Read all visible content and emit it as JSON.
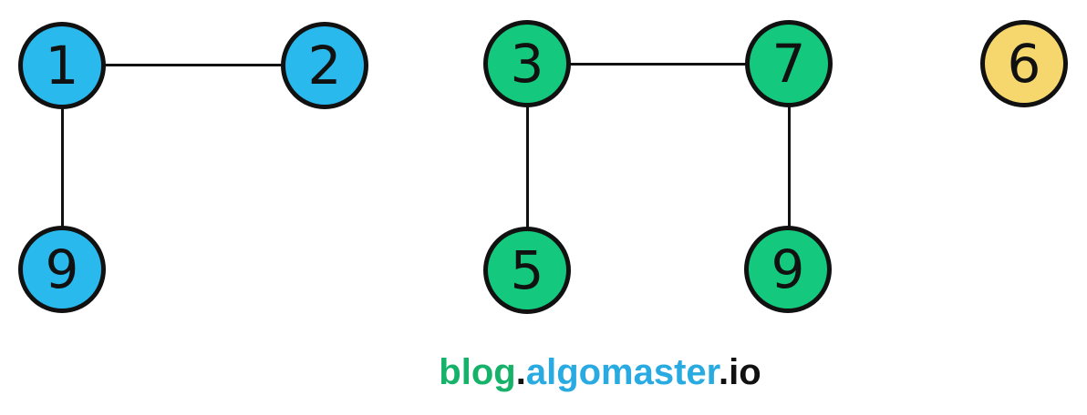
{
  "diagram": {
    "type": "graph",
    "description": "Undirected graph with three connected components",
    "node_border_color": "#111111",
    "edge_color": "#111111",
    "components": [
      {
        "id": "component-1",
        "color_name": "blue",
        "color": "#29B9EC",
        "nodes": [
          {
            "label": "1"
          },
          {
            "label": "2"
          },
          {
            "label": "9"
          }
        ],
        "edges": [
          [
            "1",
            "2"
          ],
          [
            "1",
            "9"
          ]
        ]
      },
      {
        "id": "component-2",
        "color_name": "green",
        "color": "#14C97D",
        "nodes": [
          {
            "label": "3"
          },
          {
            "label": "7"
          },
          {
            "label": "5"
          },
          {
            "label": "9"
          }
        ],
        "edges": [
          [
            "3",
            "7"
          ],
          [
            "3",
            "5"
          ],
          [
            "7",
            "9"
          ]
        ]
      },
      {
        "id": "component-3",
        "color_name": "yellow",
        "color": "#F5D76E",
        "nodes": [
          {
            "label": "6"
          }
        ],
        "edges": []
      }
    ]
  },
  "footer": {
    "text": "blog.algomaster.io",
    "parts": [
      {
        "text": "blog",
        "color": "#17B26A"
      },
      {
        "text": ".",
        "color": "#111111"
      },
      {
        "text": "algomaster",
        "color": "#29ABE2"
      },
      {
        "text": ".",
        "color": "#111111"
      },
      {
        "text": "io",
        "color": "#111111"
      }
    ]
  }
}
